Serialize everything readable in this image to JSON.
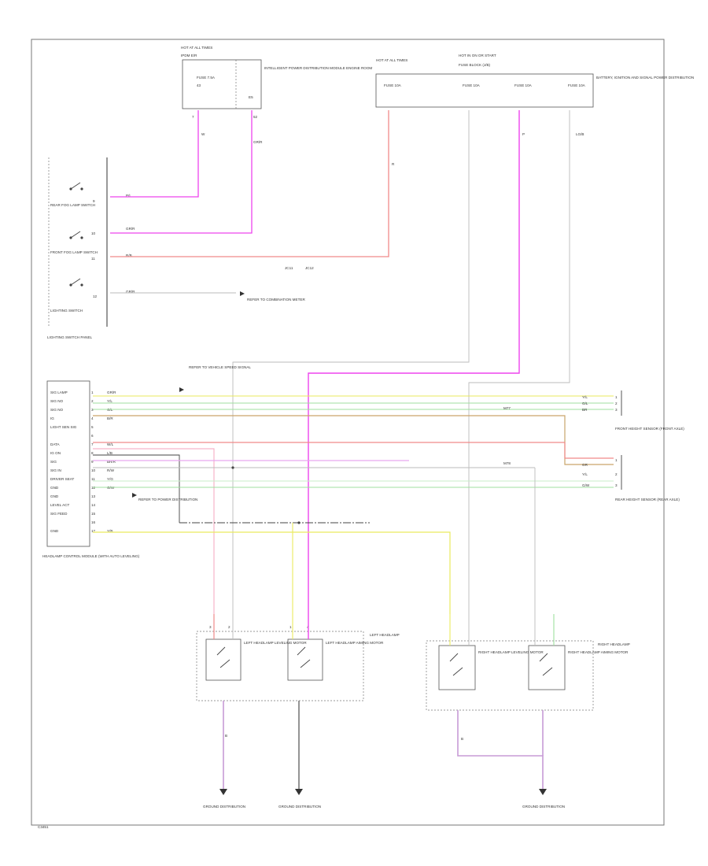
{
  "diagram": {
    "footer_code": "C3451",
    "colors": {
      "pink": "#ee44ee",
      "violet": "#e7a6ef",
      "red": "#f08a8a",
      "light_pink": "#f6b3c9",
      "yellow": "#eaea5e",
      "green": "#9fdf9f",
      "light_green": "#c8eec8",
      "brown": "#c9a56a",
      "gray": "#bbbbbb",
      "black": "#444444"
    },
    "top_left_fuse": {
      "header": "HOT AT ALL TIMES",
      "box_name": "IPDM E/R",
      "fuse": "FUSE 7.5A",
      "fuse_number": "43",
      "desc": "INTELLIGENT POWER DISTRIBUTION MODULE ENGINE ROOM",
      "connector": "E5",
      "pin_1": "7",
      "pin_2": "52",
      "wire_1": "W",
      "wire_2": "GR/R"
    },
    "top_right_fuse": {
      "header_1": "HOT AT ALL TIMES",
      "header_2": "HOT IN ON OR START",
      "box_name": "FUSE BLOCK (J/B)",
      "fuse_a": "FUSE 10A",
      "fuse_b": "FUSE 10A",
      "fuse_c": "FUSE 10A",
      "fuse_d": "FUSE 10A",
      "desc": "BATTERY, IGNITION AND SIGNAL POWER DISTRIBUTION",
      "wire_1": "R",
      "wire_2": "P",
      "wire_3": "LG/B"
    },
    "switch_panel": {
      "caption": "LIGHTING SWITCH PANEL",
      "sw1_label": "REAR FOG LAMP SWITCH",
      "sw2_label": "FRONT FOG LAMP SWITCH",
      "sw3_label": "LIGHTING SWITCH",
      "pin_1": "9",
      "pin_2": "10",
      "pin_3": "11",
      "pin_4": "12",
      "wire_1": "P/L",
      "wire_2": "GR/R",
      "wire_3": "R/B",
      "wire_4": "GR/R",
      "splice_1": "JC11",
      "splice_2": "JC12",
      "dest_label": "REFER TO COMBINATION METER"
    },
    "bcm": {
      "caption": "HEADLAMP CONTROL MODULE (WITH AUTO LEVELING)",
      "pins": [
        "1",
        "2",
        "3",
        "4",
        "5",
        "6",
        "7",
        "8",
        "9",
        "10",
        "11",
        "12",
        "13",
        "14",
        "15",
        "16",
        "17"
      ],
      "pin_labels": [
        "SIG LAMP",
        "SIG NO",
        "SIG NO",
        "IG",
        "LIGHT SEN SIG",
        "",
        "DATA",
        "IG ON",
        "SIG",
        "SIG IN",
        "DRIVER SEAT",
        "GND",
        "GND",
        "LEVEL ACT",
        "SIG FEED",
        "",
        "GND"
      ],
      "wire_labels": [
        "GR/R",
        "Y/L",
        "G/L",
        "B/R",
        "",
        "",
        "W/L",
        "L/B",
        "BR/R",
        "R/W",
        "Y/G",
        "G/W",
        "",
        "",
        "",
        "",
        "Y/B"
      ],
      "note_1": "REFER TO VEHICLE SPEED SIGNAL",
      "note_2": "REFER TO POWER DISTRIBUTION"
    },
    "right_sensors": {
      "front_label": "FRONT HEIGHT SENSOR (FRONT AXLE)",
      "rear_label": "REAR HEIGHT SENSOR (REAR AXLE)",
      "pin_a1": "1",
      "pin_a2": "2",
      "pin_a3": "3",
      "pin_b1": "1",
      "pin_b2": "2",
      "pin_b3": "3",
      "wire_a1": "Y/L",
      "wire_a2": "G/L",
      "wire_a3": "BR",
      "wire_b1": "GR",
      "wire_b2": "Y/L",
      "wire_b3": "G/W",
      "splice_a": "M77",
      "splice_b": "M78"
    },
    "left_headlamp": {
      "title": "LEFT HEADLAMP",
      "motor_1": "LEFT HEADLAMP LEVELING MOTOR",
      "motor_2": "LEFT HEADLAMP AIMING MOTOR",
      "pin_1": "3",
      "pin_2": "2",
      "pin_3": "1",
      "pin_4": "4",
      "wire_1": "B"
    },
    "right_headlamp": {
      "title": "RIGHT HEADLAMP",
      "motor_1": "RIGHT HEADLAMP LEVELING MOTOR",
      "motor_2": "RIGHT HEADLAMP AIMING MOTOR",
      "wire_1": "B"
    },
    "grounds": [
      {
        "label": "GROUND DISTRIBUTION"
      },
      {
        "label": "GROUND DISTRIBUTION"
      },
      {
        "label": "GROUND DISTRIBUTION"
      }
    ]
  }
}
